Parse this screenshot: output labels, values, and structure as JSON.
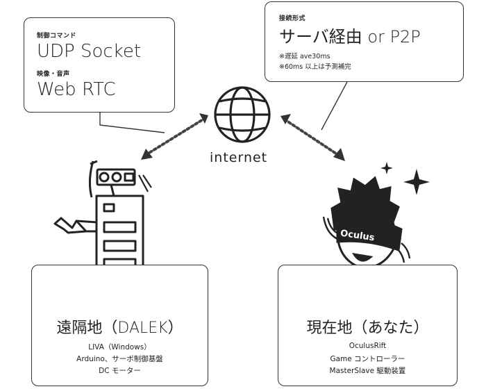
{
  "control_box": {
    "label1": "制御コマンド",
    "text1": "UDP Socket",
    "label2": "映像・音声",
    "text2": "Web RTC"
  },
  "connection_box": {
    "label": "接続形式",
    "text": "サーバ経由 or P2P",
    "note1": "※遅延 ave30ms",
    "note2": "※60ms 以上は予測補完"
  },
  "internet": {
    "label": "internet",
    "icon": "globe-icon"
  },
  "remote_box": {
    "title": "遠隔地（DALEK）",
    "lines": [
      "LIVA（Windows）",
      "Arduino、サーボ制御基盤",
      "DC モーター"
    ]
  },
  "local_box": {
    "title": "現在地（あなた）",
    "lines": [
      "OculusRift",
      "Game コントローラー",
      "MasterSlave 駆動装置"
    ]
  },
  "headset": {
    "brand": "Oculus"
  },
  "colors": {
    "stroke": "#222222",
    "dots": "#444444"
  }
}
